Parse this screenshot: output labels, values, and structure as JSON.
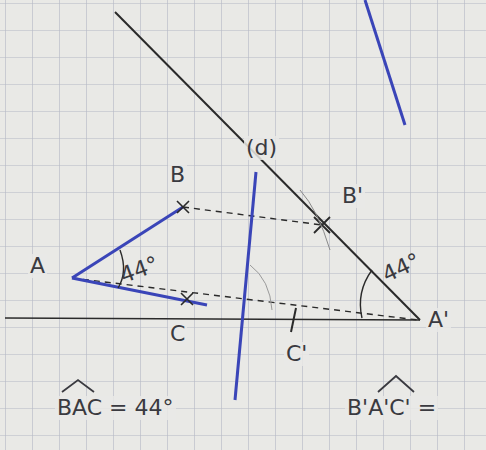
{
  "diagram": {
    "labels": [
      "B",
      "A",
      "44°",
      "C",
      "(d)",
      "B'",
      "44°",
      "A'",
      "C'",
      "BAC = 44°",
      "B'A'C' ="
    ]
  }
}
